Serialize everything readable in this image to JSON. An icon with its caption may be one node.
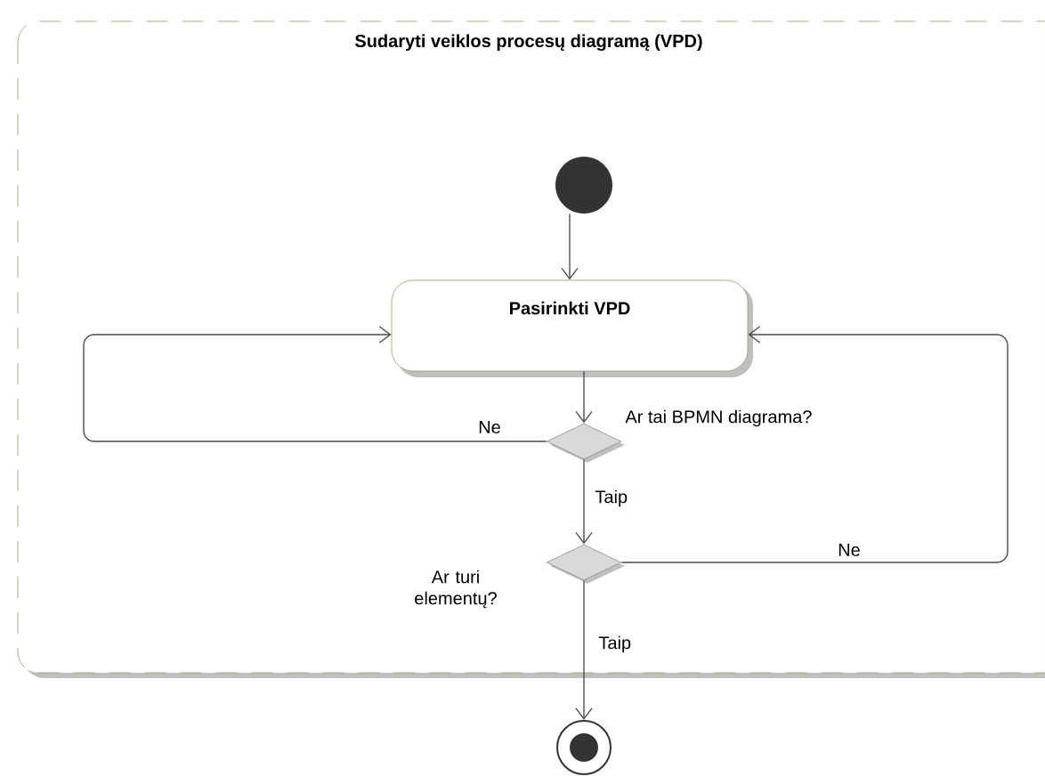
{
  "diagram": {
    "nodes": [
      {
        "text": [
          "Sudaryti veiklos procesų diagramą (VPD)"
        ]
      },
      {
        "text": [],
        "shape": "circle",
        "in": 0
      },
      {
        "text": [
          "Pasirinkti VPD"
        ],
        "in": 0
      },
      {
        "text": [],
        "shape": "diamond",
        "in": 0,
        "beside": [
          "Ar tai BPMN diagrama?"
        ]
      },
      {
        "text": [],
        "shape": "diamond",
        "in": 0,
        "beside": [
          "Ar turi elementų?"
        ]
      },
      {
        "text": [],
        "shape": "bullseye"
      }
    ],
    "edges": [
      {
        "from": 1,
        "to": 2,
        "arrow": "to"
      },
      {
        "from": 2,
        "to": 3,
        "arrow": "to"
      },
      {
        "from": 3,
        "to": 2,
        "arrow": "to",
        "label": "Ne"
      },
      {
        "from": 3,
        "to": 4,
        "arrow": "to",
        "label": "Taip"
      },
      {
        "from": 4,
        "to": 2,
        "arrow": "to",
        "label": "Ne"
      },
      {
        "from": 4,
        "to": 5,
        "arrow": "to",
        "label": "Taip"
      }
    ]
  }
}
